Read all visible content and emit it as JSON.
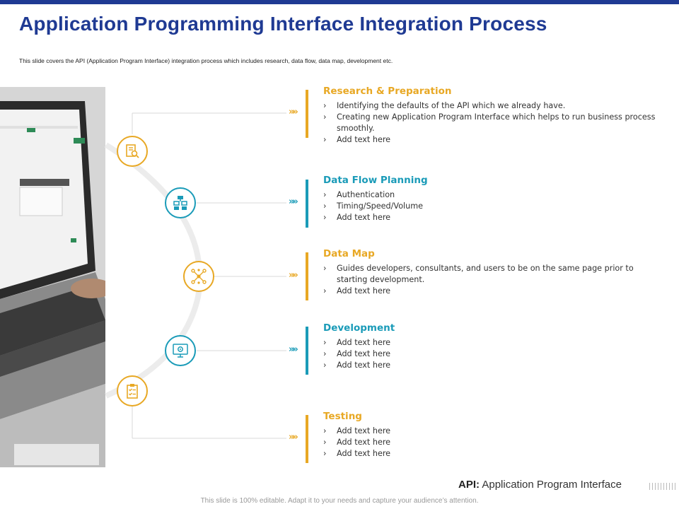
{
  "header": {
    "title": "Application Programming Interface Integration Process",
    "subtitle": "This slide covers the API (Application Program Interface) integration process which includes research, data flow, data map, development etc."
  },
  "steps": [
    {
      "title": "Research & Preparation",
      "color": "#e8a824",
      "icon": "document-search-icon",
      "bullets": [
        "Identifying the defaults of the API which we already have.",
        "Creating new Application Program Interface which helps to run business process smoothly.",
        "Add text here"
      ]
    },
    {
      "title": "Data Flow Planning",
      "color": "#1a9bb8",
      "icon": "flowchart-icon",
      "bullets": [
        "Authentication",
        "Timing/Speed/Volume",
        "Add text here"
      ]
    },
    {
      "title": "Data Map",
      "color": "#e8a824",
      "icon": "network-nodes-icon",
      "bullets": [
        "Guides developers, consultants, and users to be on the same page prior to starting development.",
        "Add text here"
      ]
    },
    {
      "title": "Development",
      "color": "#1a9bb8",
      "icon": "gear-monitor-icon",
      "bullets": [
        "Add text here",
        "Add text here",
        "Add text here"
      ]
    },
    {
      "title": "Testing",
      "color": "#e8a824",
      "icon": "checklist-icon",
      "bullets": [
        "Add text here",
        "Add text here",
        "Add text here"
      ]
    }
  ],
  "bullet_glyph": "›",
  "chevron_glyph": "»»",
  "footer": {
    "definition_term": "API:",
    "definition_text": "Application Program Interface",
    "note": "This slide is 100% editable. Adapt it to your needs and capture your audience’s attention."
  }
}
